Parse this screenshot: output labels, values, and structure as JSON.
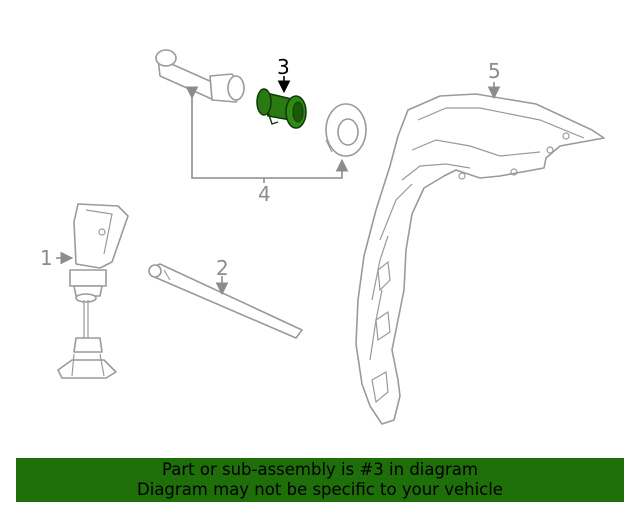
{
  "diagram": {
    "callouts": {
      "part1": "1",
      "part2": "2",
      "part3": "3",
      "part4": "4",
      "part5": "5"
    },
    "highlight_color": "#2a7a12"
  },
  "banner": {
    "line1": "Part or sub-assembly is #3 in diagram",
    "line2": "Diagram may not be specific to your vehicle",
    "background": "#1e6e0a"
  }
}
